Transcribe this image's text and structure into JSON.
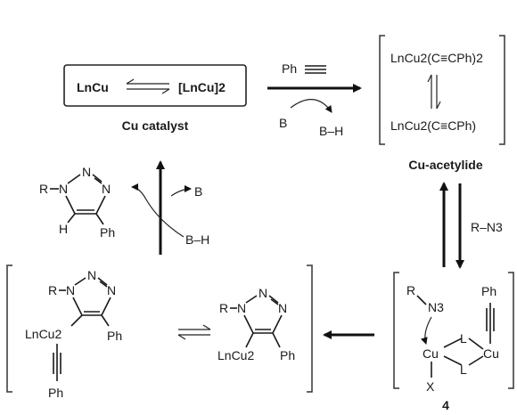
{
  "catalyst": {
    "left": "LnCu",
    "right": "[LnCu]2",
    "caption": "Cu catalyst"
  },
  "top_step": {
    "reagent": "Ph",
    "base": "B",
    "acid": "B–H"
  },
  "acetylide": {
    "line1": "LnCu2(C≡CPh)2",
    "line2": "LnCu2(C≡CPh)",
    "caption": "Cu-acetylide"
  },
  "azide": {
    "label": "R–N3"
  },
  "complex4": {
    "label": "4",
    "R": "R",
    "N": "N3",
    "Cu1": "Cu",
    "Cu2": "Cu",
    "L1": "L",
    "L2": "L",
    "X": "X",
    "Ph": "Ph"
  },
  "triazole_mid": {
    "R": "R",
    "N1": "N",
    "N2": "N",
    "N3": "N",
    "cu": "LnCu2",
    "ph": "Ph"
  },
  "triazole_bracket": {
    "R": "R",
    "N1": "N",
    "N2": "N",
    "N3": "N",
    "cu": "LnCu2",
    "ph": "Ph",
    "ph2": "Ph"
  },
  "product": {
    "R": "R",
    "N1": "N",
    "N2": "N",
    "N3": "N",
    "h": "H",
    "ph": "Ph"
  },
  "release": {
    "base": "B",
    "acid": "B–H"
  }
}
